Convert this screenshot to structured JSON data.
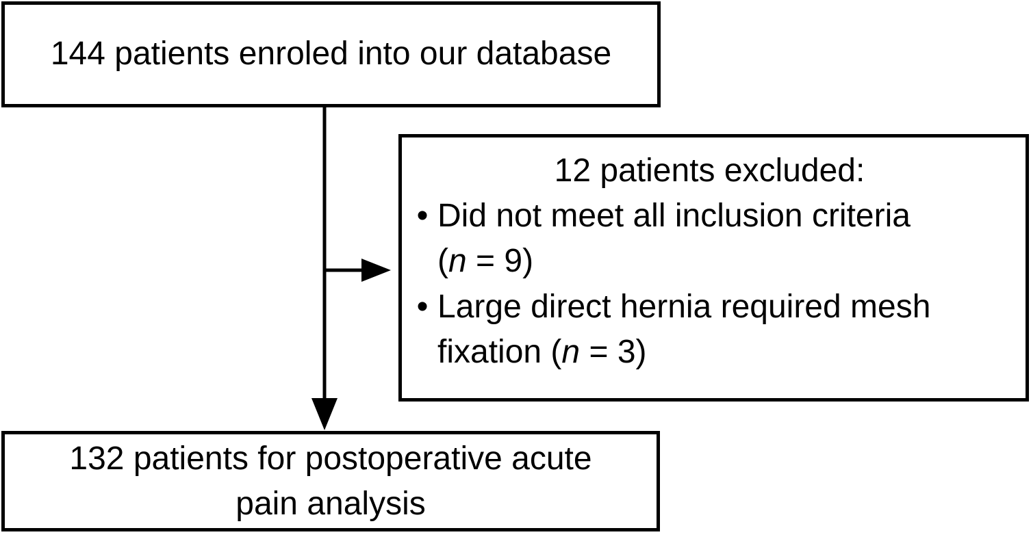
{
  "diagram": {
    "type": "patient-flowchart",
    "colors": {
      "background": "#ffffff",
      "line": "#000000",
      "text": "#000000"
    },
    "enrolled_box": {
      "text": "144 patients enroled into our database"
    },
    "excluded_box": {
      "title": "12 patients excluded:",
      "bullet_char": "•",
      "items": [
        {
          "line1": "Did not meet all inclusion criteria",
          "line2_pre": "(",
          "line2_var": "n",
          "line2_post": " = 9)"
        },
        {
          "line1": "Large direct hernia required mesh",
          "line2_pre": "fixation (",
          "line2_var": "n",
          "line2_post": " = 3)"
        }
      ]
    },
    "analysis_box": {
      "line1": "132 patients for postoperative acute",
      "line2": "pain analysis"
    }
  }
}
